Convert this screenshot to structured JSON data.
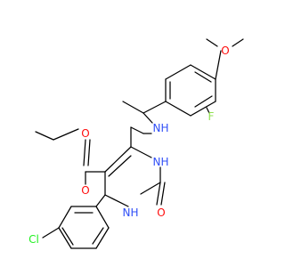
{
  "molecule": {
    "atoms": {
      "O_methoxy": "O",
      "F": "F",
      "N_amine": "N",
      "H_amine": "H",
      "O_ester_single": "O",
      "O_ester_carbonyl": "O",
      "N3": "N",
      "H3": "H",
      "N1": "N",
      "H1": "H",
      "O_urea": "O",
      "Cl": "Cl"
    },
    "colors": {
      "carbon_bond": "#000000",
      "oxygen": "#ff0d0d",
      "nitrogen": "#304ff7",
      "fluorine": "#90e050",
      "chlorine": "#1ff01f"
    }
  }
}
